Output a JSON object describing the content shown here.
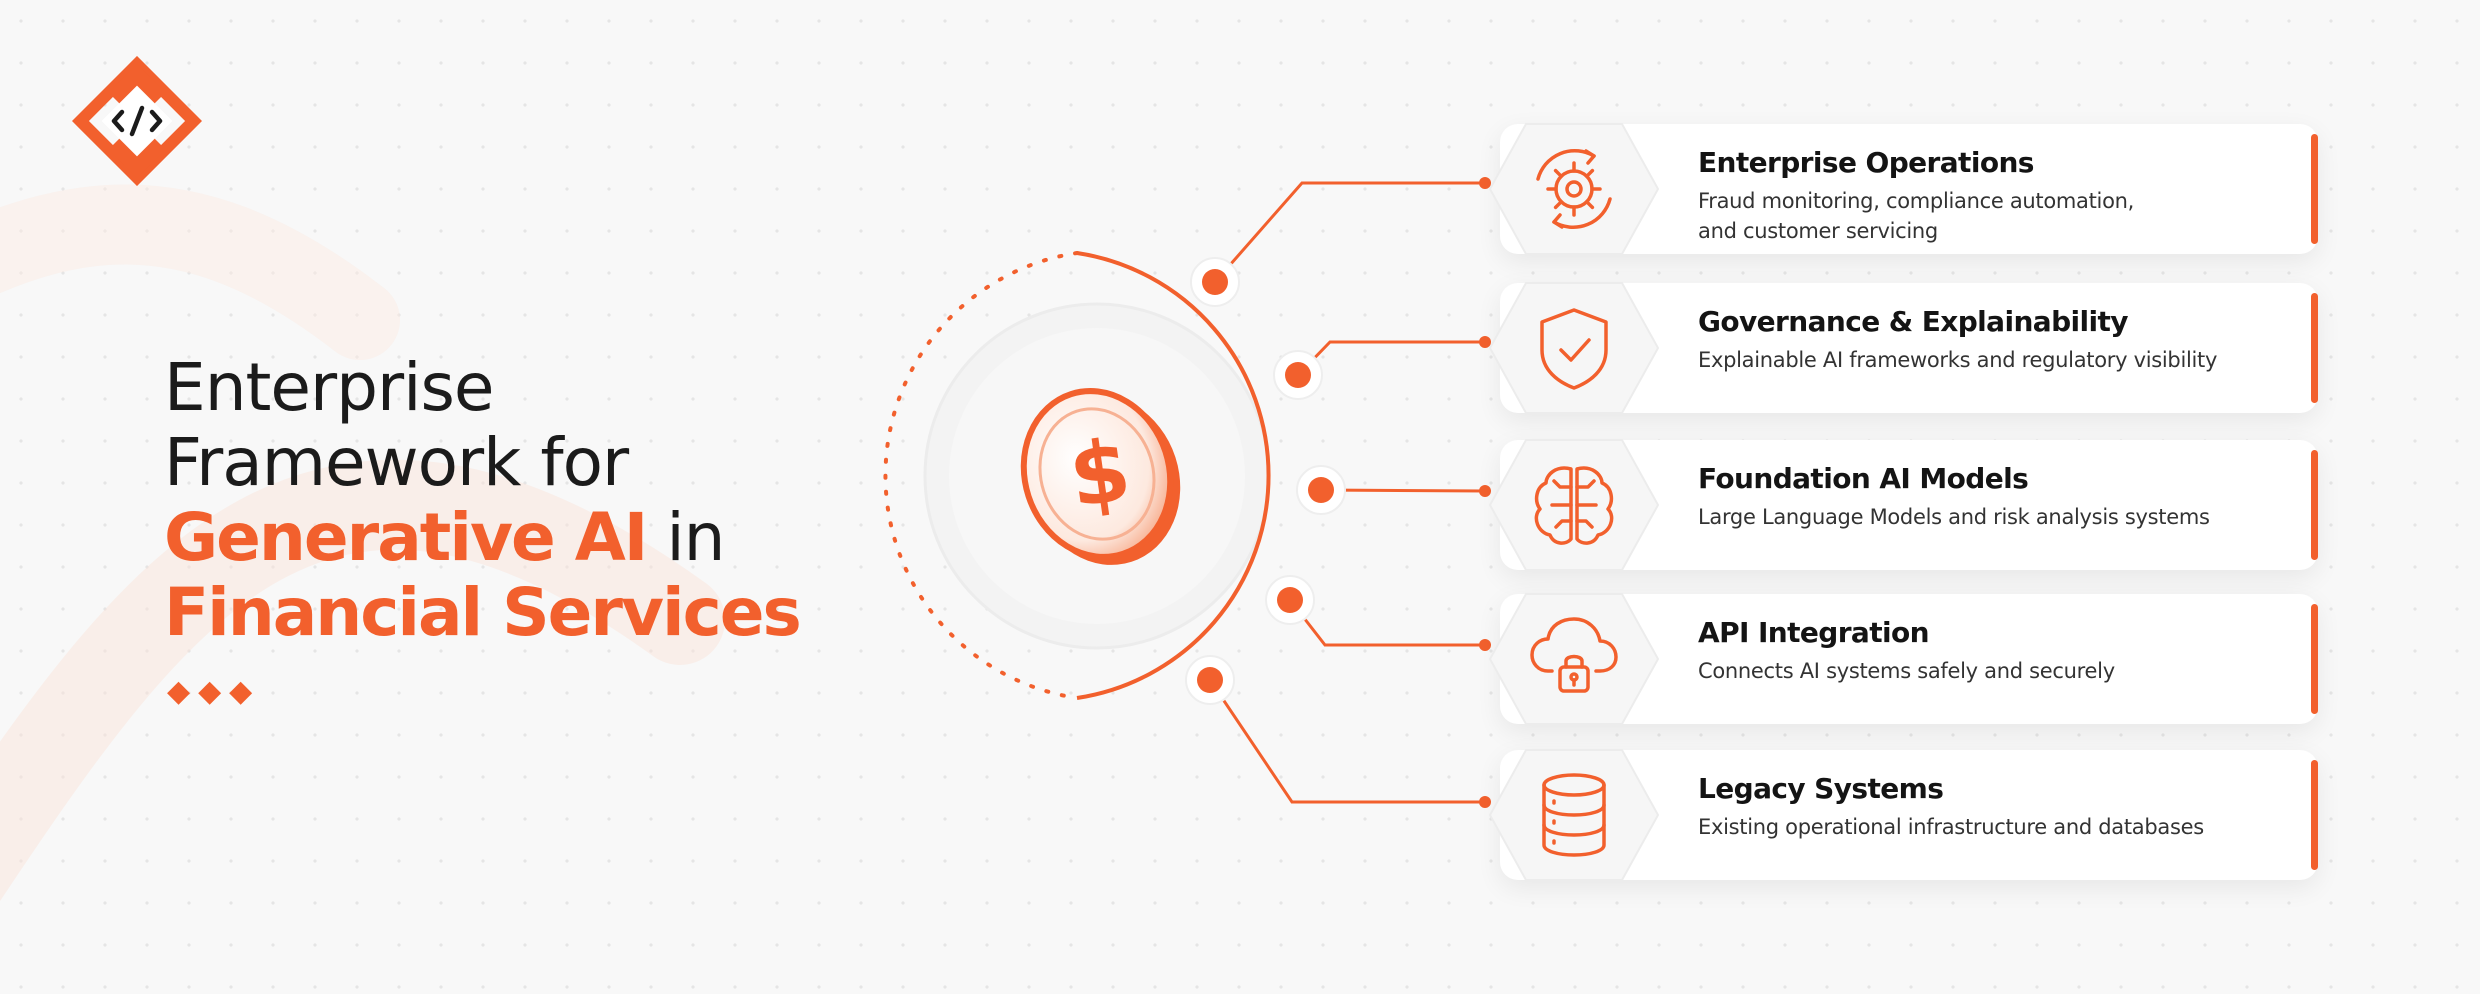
{
  "headline": {
    "line1": "Enterprise",
    "line2": "Framework for",
    "line3_accent": "Generative AI",
    "line3_rest": " in",
    "line4_accent": "Financial Services"
  },
  "decor": {
    "diamonds": "◆◆◆"
  },
  "hub": {
    "symbol": "$"
  },
  "colors": {
    "accent": "#f2602d",
    "text": "#141414",
    "background": "#f8f8f8"
  },
  "cards": [
    {
      "icon": "gear-icon",
      "title": "Enterprise Operations",
      "description": "Fraud monitoring, compliance automation,\nand customer servicing"
    },
    {
      "icon": "shield-check-icon",
      "title": "Governance & Explainability",
      "description": "Explainable AI frameworks and regulatory visibility"
    },
    {
      "icon": "brain-icon",
      "title": "Foundation AI Models",
      "description": "Large Language Models and risk analysis systems"
    },
    {
      "icon": "cloud-lock-icon",
      "title": "API Integration",
      "description": "Connects AI systems safely and securely"
    },
    {
      "icon": "database-icon",
      "title": "Legacy Systems",
      "description": "Existing operational infrastructure and databases"
    }
  ]
}
